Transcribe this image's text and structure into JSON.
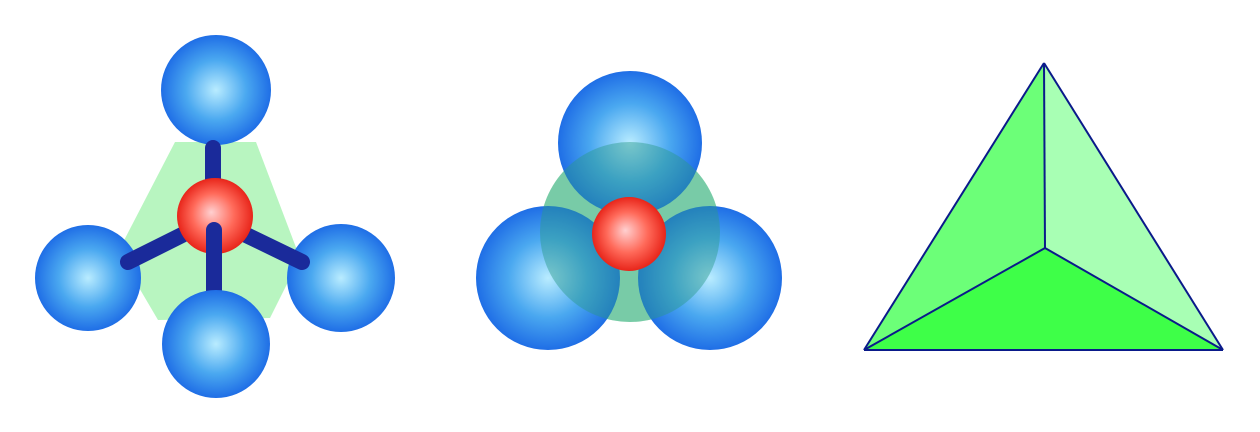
{
  "figures": [
    {
      "id": "ball-and-stick",
      "description_visible_text": ""
    },
    {
      "id": "space-filling",
      "description_visible_text": ""
    },
    {
      "id": "tetrahedron",
      "description_visible_text": ""
    }
  ],
  "colors": {
    "background": "#ffffff",
    "outer_atom_light": "#b9ecff",
    "outer_atom_mid": "#4aa8f0",
    "outer_atom_dark": "#1f6ee6",
    "central_atom_light": "#ffd0d0",
    "central_atom_mid": "#ff6a5a",
    "central_atom_dark": "#e8251a",
    "bond": "#1a2a9a",
    "tetra_shadow": "#b8f5c0",
    "tetra_face_left": "#6cff78",
    "tetra_face_right": "#a8ffb4",
    "tetra_face_bottom": "#3eff48",
    "tetra_edge": "#0a1a8a"
  }
}
